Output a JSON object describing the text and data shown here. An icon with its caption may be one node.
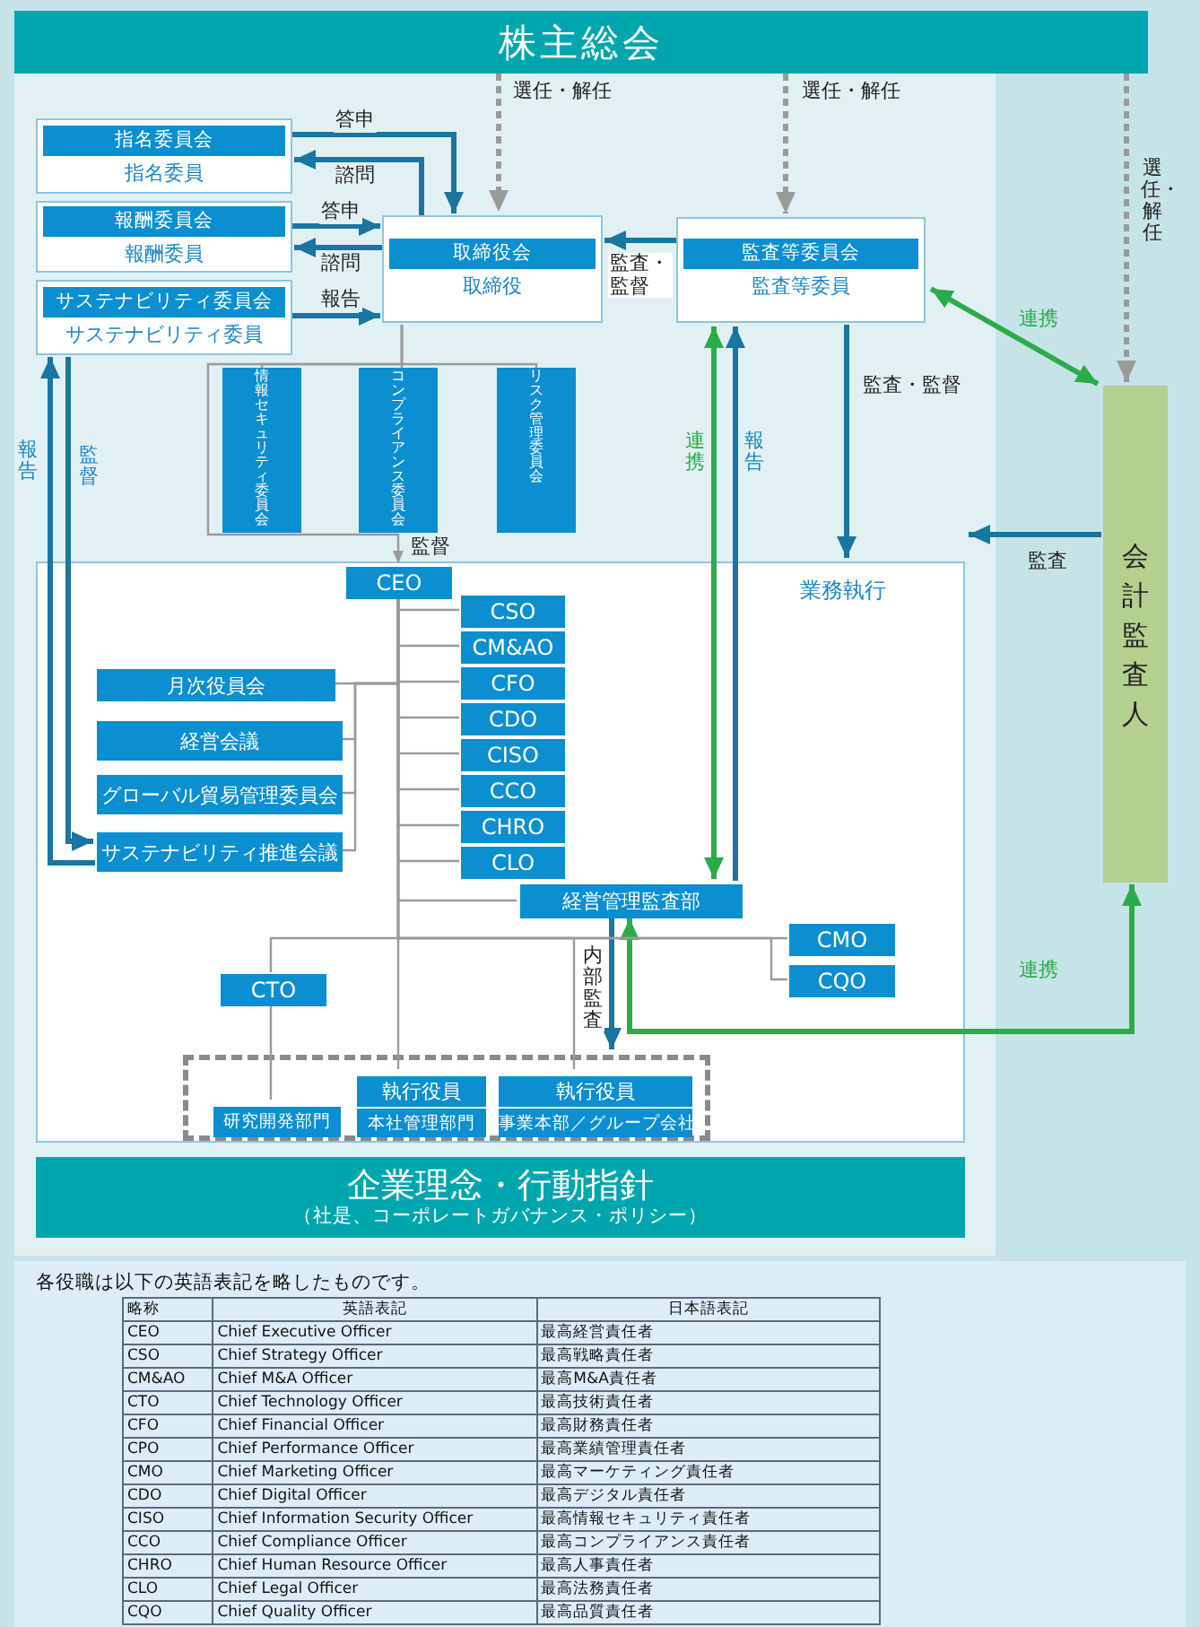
{
  "diagram": {
    "nodes": [
      {
        "text": [
          "株主総会"
        ]
      },
      {
        "text": [
          "指名委員会",
          "指名委員"
        ]
      },
      {
        "text": [
          "報酬委員会",
          "報酬委員"
        ]
      },
      {
        "text": [
          "サステナビリティ委員会",
          "サステナビリティ委員"
        ]
      },
      {
        "text": [
          "取締役会",
          "取締役"
        ]
      },
      {
        "text": [
          "監査等委員会",
          "監査等委員"
        ]
      },
      {
        "text": [
          "会計監査人"
        ]
      },
      {
        "text": [
          "情報セキュリティ委員会"
        ]
      },
      {
        "text": [
          "コンプライアンス委員会"
        ]
      },
      {
        "text": [
          "リスク管理委員会"
        ]
      },
      {
        "text": [
          "業務執行"
        ]
      },
      {
        "text": [
          "CEO"
        ],
        "in": 10
      },
      {
        "text": [
          "CSO"
        ],
        "in": 10
      },
      {
        "text": [
          "CM&AO"
        ],
        "in": 10
      },
      {
        "text": [
          "CFO"
        ],
        "in": 10
      },
      {
        "text": [
          "CDO"
        ],
        "in": 10
      },
      {
        "text": [
          "CISO"
        ],
        "in": 10
      },
      {
        "text": [
          "CCO"
        ],
        "in": 10
      },
      {
        "text": [
          "CHRO"
        ],
        "in": 10
      },
      {
        "text": [
          "CLO"
        ],
        "in": 10
      },
      {
        "text": [
          "月次役員会"
        ],
        "in": 10
      },
      {
        "text": [
          "経営会議"
        ],
        "in": 10
      },
      {
        "text": [
          "グローバル貿易管理委員会"
        ],
        "in": 10
      },
      {
        "text": [
          "サステナビリティ推進会議"
        ],
        "in": 10
      },
      {
        "text": [
          "経営管理監査部"
        ],
        "in": 10
      },
      {
        "text": [
          "CMO"
        ],
        "in": 10
      },
      {
        "text": [
          "CQO"
        ],
        "in": 10
      },
      {
        "text": [
          "CTO"
        ],
        "in": 10
      },
      {
        "text": [],
        "shape": "box",
        "in": 10
      },
      {
        "text": [
          "研究開発部門"
        ],
        "in": 28
      },
      {
        "text": [
          "執行役員",
          "本社管理部門"
        ],
        "in": 28
      },
      {
        "text": [
          "執行役員",
          "事業本部／グループ会社"
        ],
        "in": 28
      },
      {
        "text": [
          "企業理念・行動指針",
          "（社是、コーポレートガバナンス・ポリシー）"
        ]
      }
    ],
    "edges": [
      {
        "from": 0,
        "to": 4,
        "arrow": "to",
        "style": "dashed",
        "label": "選任・解任"
      },
      {
        "from": 0,
        "to": 5,
        "arrow": "to",
        "style": "dashed",
        "label": "選任・解任"
      },
      {
        "from": 0,
        "to": 6,
        "arrow": "to",
        "style": "dashed",
        "label": "選任・解任"
      },
      {
        "from": 1,
        "to": 4,
        "arrow": "to",
        "style": "thick",
        "color": "#1a75a0",
        "label": "答申"
      },
      {
        "from": 4,
        "to": 1,
        "arrow": "to",
        "style": "thick",
        "color": "#1a75a0",
        "label": "諮問"
      },
      {
        "from": 2,
        "to": 4,
        "arrow": "to",
        "style": "thick",
        "color": "#1a75a0",
        "label": "答申"
      },
      {
        "from": 4,
        "to": 2,
        "arrow": "to",
        "style": "thick",
        "color": "#1a75a0",
        "label": "諮問"
      },
      {
        "from": 3,
        "to": 4,
        "arrow": "to",
        "style": "thick",
        "color": "#1a75a0",
        "label": "報告"
      },
      {
        "from": 5,
        "to": 4,
        "arrow": "to",
        "style": "thick",
        "color": "#1a75a0",
        "label": "監査・監督"
      },
      {
        "from": 5,
        "to": 6,
        "arrow": "both",
        "style": "thick",
        "color": "#2cab4a",
        "label": "連携"
      },
      {
        "from": 5,
        "to": 10,
        "arrow": "to",
        "style": "thick",
        "color": "#1a75a0",
        "label": "監査・監督"
      },
      {
        "from": 6,
        "to": 10,
        "arrow": "to",
        "style": "thick",
        "color": "#1a75a0",
        "label": "監査"
      },
      {
        "from": 23,
        "to": 3,
        "arrow": "to",
        "style": "thick",
        "color": "#1a75a0",
        "label": "報告"
      },
      {
        "from": 3,
        "to": 23,
        "arrow": "to",
        "style": "thick",
        "color": "#1a75a0",
        "label": "監督"
      },
      {
        "from": 24,
        "to": 5,
        "arrow": "to",
        "style": "thick",
        "color": "#1a75a0",
        "label": "報告"
      },
      {
        "from": 5,
        "to": 24,
        "arrow": "both",
        "style": "thick",
        "color": "#2cab4a",
        "label": "連携"
      },
      {
        "from": 24,
        "to": 28,
        "arrow": "to",
        "style": "thick",
        "color": "#1a75a0",
        "label": "内部監査"
      },
      {
        "from": 6,
        "to": 24,
        "arrow": "both",
        "style": "thick",
        "color": "#2cab4a",
        "label": "連携"
      },
      {
        "from": 4,
        "to": 7,
        "arrow": "none"
      },
      {
        "from": 4,
        "to": 8,
        "arrow": "none"
      },
      {
        "from": 4,
        "to": 9,
        "arrow": "none"
      },
      {
        "from": 4,
        "to": 11,
        "arrow": "to",
        "label": "監督"
      },
      {
        "from": 11,
        "to": 12,
        "arrow": "none"
      },
      {
        "from": 11,
        "to": 13,
        "arrow": "none"
      },
      {
        "from": 11,
        "to": 14,
        "arrow": "none"
      },
      {
        "from": 11,
        "to": 15,
        "arrow": "none"
      },
      {
        "from": 11,
        "to": 16,
        "arrow": "none"
      },
      {
        "from": 11,
        "to": 17,
        "arrow": "none"
      },
      {
        "from": 11,
        "to": 18,
        "arrow": "none"
      },
      {
        "from": 11,
        "to": 19,
        "arrow": "none"
      },
      {
        "from": 11,
        "to": 24,
        "arrow": "none"
      },
      {
        "from": 11,
        "to": 20,
        "arrow": "none"
      },
      {
        "from": 11,
        "to": 21,
        "arrow": "none"
      },
      {
        "from": 11,
        "to": 22,
        "arrow": "none"
      },
      {
        "from": 11,
        "to": 23,
        "arrow": "none"
      },
      {
        "from": 11,
        "to": 27,
        "arrow": "none"
      },
      {
        "from": 11,
        "to": 25,
        "arrow": "none"
      },
      {
        "from": 11,
        "to": 26,
        "arrow": "none"
      },
      {
        "from": 11,
        "to": 31,
        "arrow": "none"
      },
      {
        "from": 11,
        "to": 30,
        "arrow": "none"
      },
      {
        "from": 27,
        "to": 29,
        "arrow": "none"
      }
    ],
    "labels": [
      "各役職は以下の英語表記を略したものです。",
      "略称",
      "英語表記",
      "日本語表記",
      "CEO",
      "Chief Executive Officer",
      "最高経営責任者",
      "CSO",
      "Chief Strategy Officer",
      "最高戦略責任者",
      "CM&AO",
      "Chief M&A Officer",
      "最高M&A責任者",
      "CTO",
      "Chief Technology Officer",
      "最高技術責任者",
      "CFO",
      "Chief Financial Officer",
      "最高財務責任者",
      "CPO",
      "Chief Performance Officer",
      "最高業績管理責任者",
      "CMO",
      "Chief Marketing Officer",
      "最高マーケティング責任者",
      "CDO",
      "Chief Digital Officer",
      "最高デジタル責任者",
      "CISO",
      "Chief Information Security Officer",
      "最高情報セキュリティ責任者",
      "CCO",
      "Chief Compliance Officer",
      "最高コンプライアンス責任者",
      "CHRO",
      "Chief Human Resource Officer",
      "最高人事責任者",
      "CLO",
      "Chief Legal Officer",
      "最高法務責任者",
      "CQO",
      "Chief Quality Officer",
      "最高品質責任者"
    ]
  }
}
